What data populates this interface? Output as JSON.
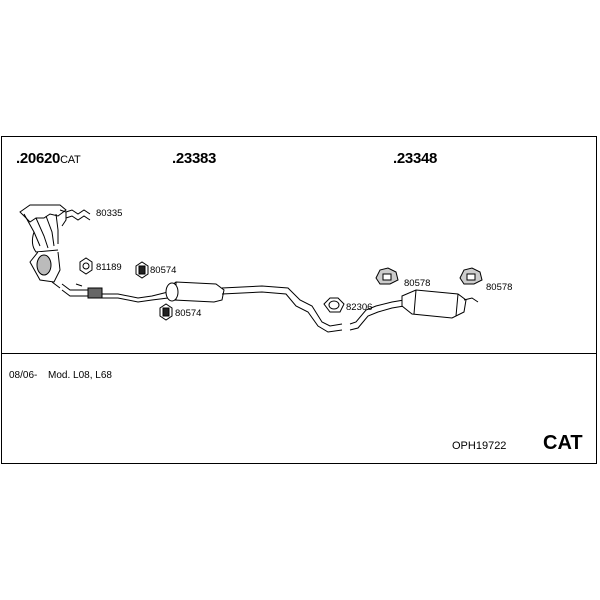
{
  "main_parts": [
    {
      "number": ".20620",
      "suffix": "CAT"
    },
    {
      "number": ".23383",
      "suffix": ""
    },
    {
      "number": ".23348",
      "suffix": ""
    }
  ],
  "fittings": {
    "f80335": "80335",
    "f81189": "81189",
    "f80574a": "80574",
    "f80574b": "80574",
    "f82306": "82306",
    "f80578a": "80578",
    "f80578b": "80578"
  },
  "footer": {
    "date_range": "08/06-",
    "models": "Mod. L08, L68",
    "code": "OPH19722",
    "cat_label": "CAT"
  }
}
